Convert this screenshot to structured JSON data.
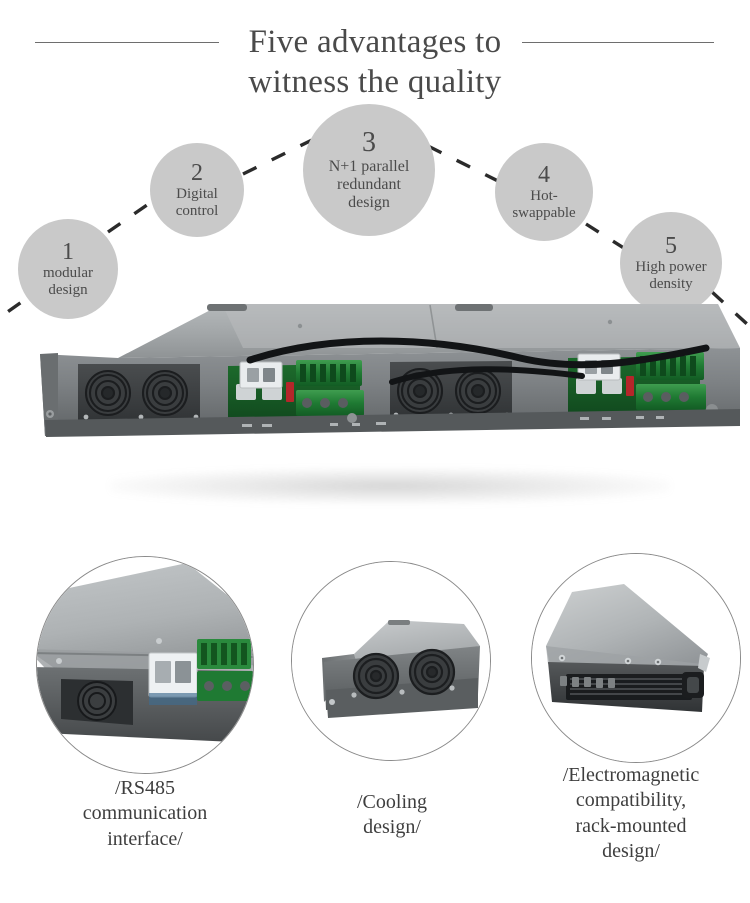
{
  "title": {
    "line1": "Five advantages to",
    "line2": "witness the quality",
    "rule_color": "#6e6e6e",
    "text_color": "#4a4a4a"
  },
  "advantages": {
    "circle_fill": "#c9c9c9",
    "text_color": "#4b4b4b",
    "connector_color": "#2b2b2b",
    "items": [
      {
        "num": "1",
        "label": "modular\ndesign",
        "label_line1": "modular",
        "label_line2": "design",
        "label_line3": ""
      },
      {
        "num": "2",
        "label": "Digital\ncontrol",
        "label_line1": "Digital",
        "label_line2": "control",
        "label_line3": ""
      },
      {
        "num": "3",
        "label": "N+1 parallel redundant design",
        "label_line1": "N+1 parallel",
        "label_line2": "redundant",
        "label_line3": "design"
      },
      {
        "num": "4",
        "label": "Hot-\nswappable",
        "label_line1": "Hot-",
        "label_line2": "swappable",
        "label_line3": ""
      },
      {
        "num": "5",
        "label": "High power\ndensity",
        "label_line1": "High power",
        "label_line2": "density",
        "label_line3": ""
      }
    ]
  },
  "hero": {
    "alt": "1U rack-mount modular power supply, front view with dual cooling fans, RJ45 communication port and green screw terminal blocks",
    "chassis_color": "#8d9093",
    "top_panel_color": "#a7aaac",
    "terminal_green": "#1f7a33",
    "fan_dark": "#2e3133"
  },
  "features": [
    {
      "image_name": "rs485-interface-photo",
      "alt": "Close-up of RS485 RJ45 communication interface and green terminal block",
      "caption_lines": [
        "/RS485",
        "communication",
        "interface/"
      ],
      "caption": "/RS485 communication interface/"
    },
    {
      "image_name": "cooling-design-photo",
      "alt": "Angled view of chassis showing twin cooling fans",
      "caption_lines": [
        "/Cooling",
        "design/"
      ],
      "caption": "/Cooling design/"
    },
    {
      "image_name": "emc-rack-mount-photo",
      "alt": "Rack-mounted chassis with perforated ventilation grille front panel",
      "caption_lines": [
        "/Electromagnetic",
        "compatibility,",
        "rack-mounted",
        "design/"
      ],
      "caption": "/Electromagnetic compatibility, rack-mounted design/"
    }
  ],
  "colors": {
    "background": "#ffffff",
    "caption_text": "#3e3e3e",
    "feature_border": "#8a8a8a"
  }
}
